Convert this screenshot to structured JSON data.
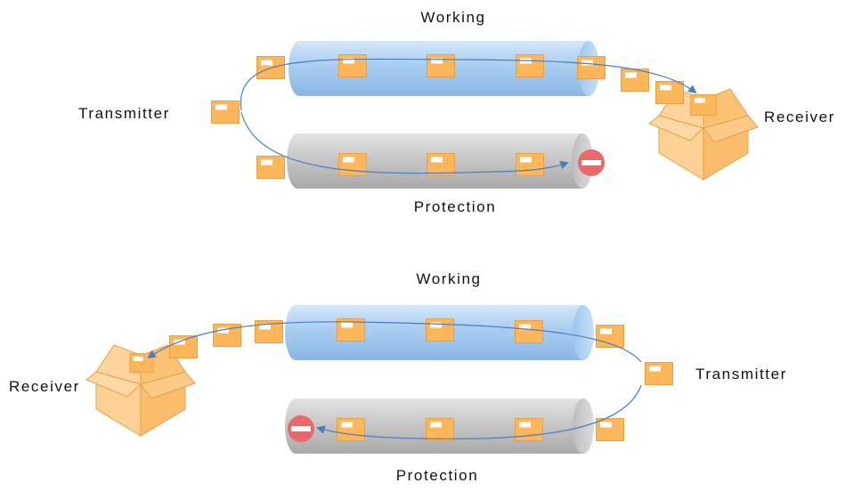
{
  "scenarios": [
    {
      "working_label": "Working",
      "protection_label": "Protection",
      "transmitter_label": "Transmitter",
      "receiver_label": "Receiver",
      "protection_status_icon": "blocked-icon"
    },
    {
      "working_label": "Working",
      "protection_label": "Protection",
      "transmitter_label": "Transmitter",
      "receiver_label": "Receiver",
      "protection_status_icon": "blocked-icon"
    }
  ],
  "colors": {
    "working_tube": "#a9cdf0",
    "protection_tube": "#c9c9c9",
    "packet": "#fdb65a",
    "box": "#fdc57c",
    "arrow": "#4a7ec0",
    "blocked": "#e8686b"
  },
  "icons": {
    "packet": "envelope-packet-icon",
    "receiver": "open-box-icon",
    "blocked": "no-entry-icon"
  }
}
